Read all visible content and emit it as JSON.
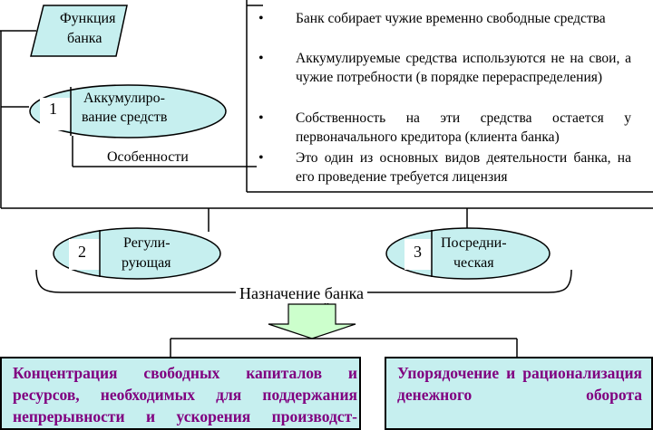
{
  "function_label": "Функция\nбанка",
  "functions": [
    {
      "number": "1",
      "label_line1": "Аккумулиро-",
      "label_line2": "вание средств"
    },
    {
      "number": "2",
      "label_line1": "Регули-",
      "label_line2": "рующая"
    },
    {
      "number": "3",
      "label_line1": "Посредни-",
      "label_line2": "ческая"
    }
  ],
  "features_label": "Особенности",
  "features": [
    "Банк собирает чужие временно свободные средства",
    "Аккумулируемые средства используются не на свои, а чужие потребности (в порядке перераспределения)",
    "Собственность на эти средства остается у первоначального кредитора (клиента банка)",
    "Это один из основных видов деятельности банка, на его проведение требуется лицензия"
  ],
  "purpose_label": "Назначение банка",
  "purposes": [
    "Концентрация свободных капиталов и ресурсов, необходимых для поддержания непрерывности и ускорения производст-",
    "Упорядочение и рационализация денежного оборота"
  ],
  "colors": {
    "ellipse_fill": "#c6efef",
    "box_fill": "#c6efef",
    "purpose_text": "#800080",
    "arrow_fill": "#ccffcc"
  }
}
